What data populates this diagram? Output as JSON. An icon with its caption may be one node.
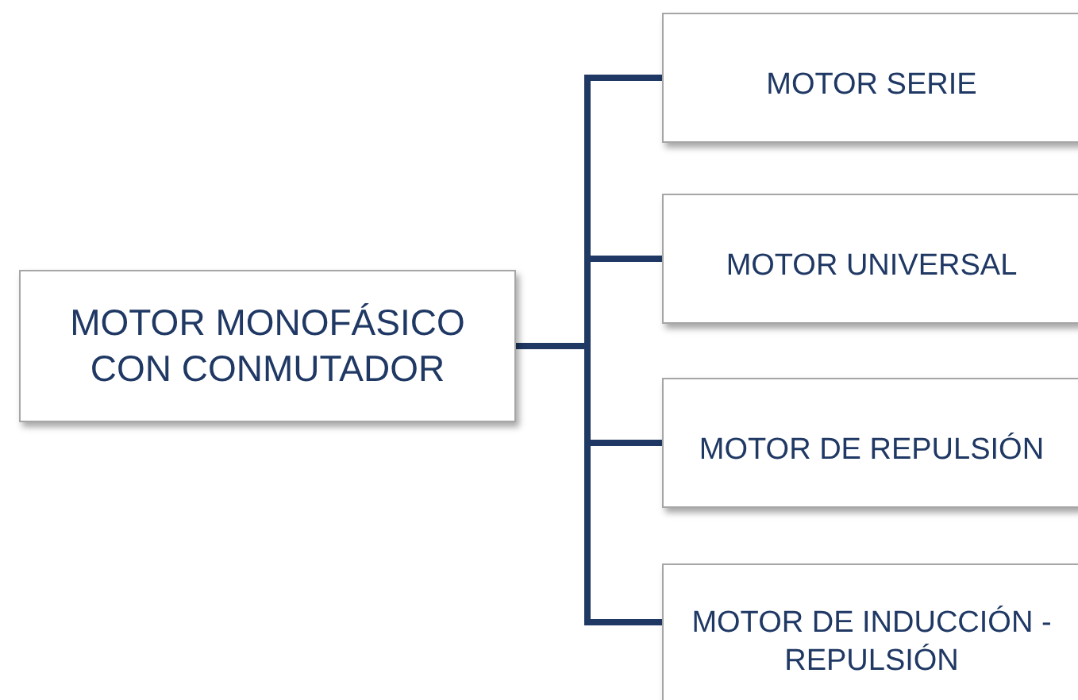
{
  "diagram": {
    "nodes": [
      {
        "text": [
          "MOTOR MONOFÁSICO CON CONMUTADOR"
        ]
      },
      {
        "text": [
          "MOTOR SERIE"
        ]
      },
      {
        "text": [
          "MOTOR UNIVERSAL"
        ]
      },
      {
        "text": [
          "MOTOR DE REPULSIÓN"
        ]
      },
      {
        "text": [
          "MOTOR DE INDUCCIÓN - REPULSIÓN"
        ]
      }
    ],
    "edges": [
      {
        "from": 0,
        "to": 1,
        "arrow": "none"
      },
      {
        "from": 0,
        "to": 2,
        "arrow": "none"
      },
      {
        "from": 0,
        "to": 3,
        "arrow": "none"
      },
      {
        "from": 0,
        "to": 4,
        "arrow": "none"
      }
    ]
  }
}
